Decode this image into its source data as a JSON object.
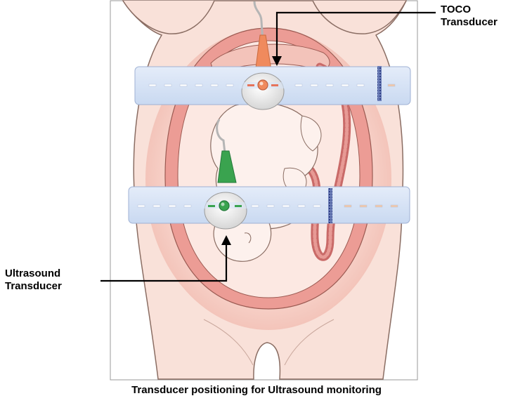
{
  "labels": {
    "toco": [
      "TOCO",
      "Transducer"
    ],
    "ultrasound": [
      "Ultrasound",
      "Transducer"
    ]
  },
  "caption": "Transducer positioning for Ultrasound monitoring",
  "colors": {
    "skin": "#f9e0d8",
    "skin_outline": "#8a6d63",
    "uterus_wall": "#ec9c95",
    "belt": "#d7e4f6",
    "toco_accent": "#f08a5d",
    "ultrasound_accent": "#34a853"
  }
}
